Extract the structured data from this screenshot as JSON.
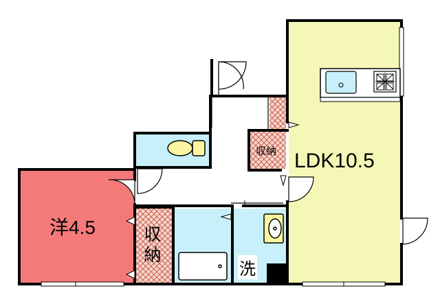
{
  "colors": {
    "ldk_fill": "#f5f7b6",
    "western_fill": "#f47a7a",
    "wet_fill": "#c8f0fa",
    "storage_fill": "#f8d6cf",
    "storage_hatch": "#c8604a",
    "wall": "#000000",
    "window": "#ffffff"
  },
  "rooms": {
    "ldk": {
      "label": "LDK10.5"
    },
    "western": {
      "label": "洋4.5"
    },
    "storage_small": {
      "label": "収納"
    },
    "storage_large": {
      "label_top": "収",
      "label_bottom": "納"
    },
    "washer": {
      "label": "洗"
    }
  },
  "icons": [
    "kitchen-sink-icon",
    "stove-icon",
    "toilet-icon",
    "bathtub-icon",
    "wash-basin-icon",
    "door-swing-icon"
  ]
}
